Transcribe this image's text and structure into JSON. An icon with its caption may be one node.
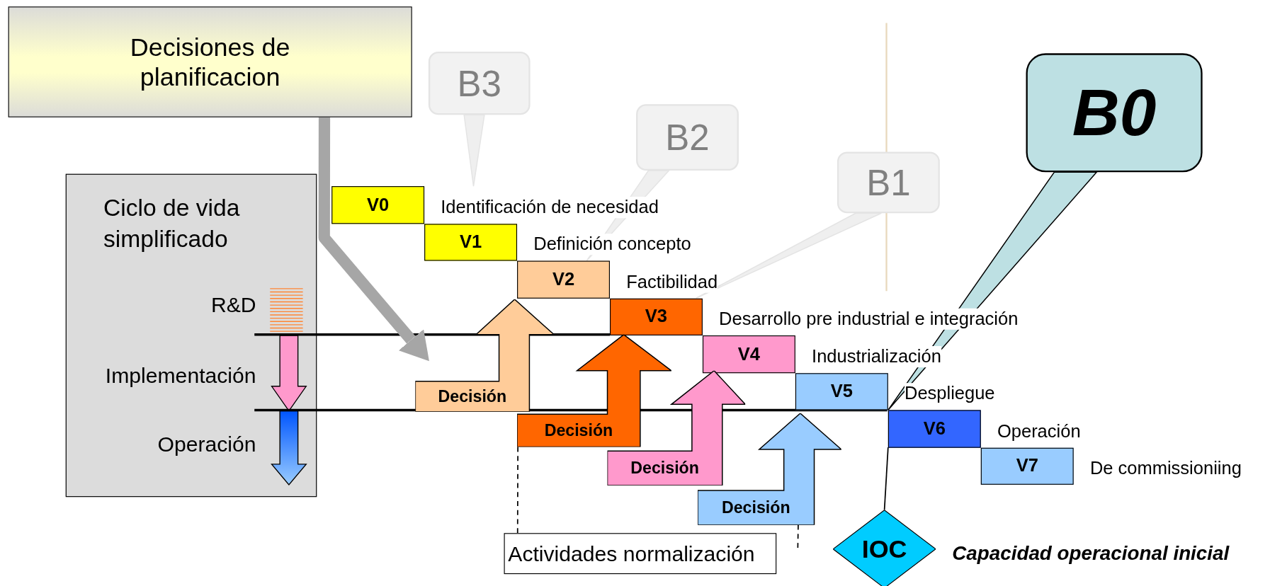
{
  "diagram": {
    "nodes": [
      {
        "text": [
          "Decisiones de planificacion"
        ]
      },
      {
        "text": [
          "B3"
        ]
      },
      {
        "text": [
          "Ciclo de vida simplificado"
        ]
      },
      {
        "text": [
          "B2"
        ]
      },
      {
        "text": [
          "B0"
        ]
      },
      {
        "text": [
          "B1"
        ]
      },
      {
        "text": [
          "V0"
        ],
        "beside": [
          "Identificación de necesidad"
        ]
      },
      {
        "text": [
          "V1"
        ],
        "beside": [
          "Definición concepto"
        ]
      },
      {
        "text": [
          "V2"
        ],
        "beside": [
          "Factibilidad"
        ]
      },
      {
        "text": [
          "V3"
        ],
        "beside": [
          "Desarrollo pre industrial e integración"
        ]
      },
      {
        "text": [
          "V4"
        ],
        "beside": [
          "Industrialización"
        ]
      },
      {
        "text": [
          "V5"
        ],
        "beside": [
          "Despliegue"
        ]
      },
      {
        "text": [
          "V6"
        ],
        "beside": [
          "Operación"
        ]
      },
      {
        "text": [
          "V7"
        ],
        "beside": [
          "De commissioniing"
        ]
      },
      {
        "text": [
          "Decisión"
        ]
      },
      {
        "text": [
          "Decisión"
        ]
      },
      {
        "text": [
          "Decisión"
        ]
      },
      {
        "text": [
          "Decisión"
        ]
      },
      {
        "text": [
          "Actividades normalización"
        ]
      },
      {
        "text": [
          "IOC"
        ],
        "beside": [
          "Capacidad operacional inicial"
        ]
      }
    ],
    "edges": [
      {
        "from": 0,
        "to": 14,
        "arrow": "to",
        "style": "thick",
        "color": "#a6a6a6"
      },
      {
        "from": 1,
        "to": 6,
        "arrow": "none",
        "color": "#efefef"
      },
      {
        "from": 3,
        "to": 8,
        "arrow": "none",
        "color": "#efefef"
      },
      {
        "from": 5,
        "to": 9,
        "arrow": "none",
        "color": "#efefef"
      },
      {
        "from": 4,
        "to": 12,
        "arrow": "none",
        "color": "#bde0e3"
      },
      {
        "from": 15,
        "to": 18,
        "arrow": "none",
        "style": "dashed"
      },
      {
        "from": 17,
        "to": null,
        "arrow": "none",
        "style": "dashed"
      },
      {
        "from": 12,
        "to": 19,
        "arrow": "none"
      }
    ],
    "labels": [
      "R&D",
      "Implementación",
      "Operación"
    ]
  }
}
